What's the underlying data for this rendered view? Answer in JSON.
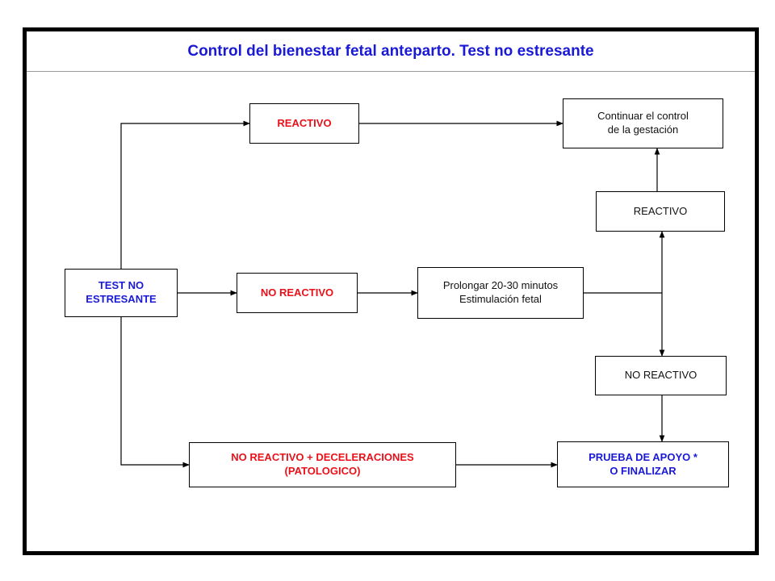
{
  "title": "Control del bienestar fetal anteparto. Test no estresante",
  "colors": {
    "title": "#1a1ad6",
    "red_label": "#e8111a",
    "blue_label": "#1a1ad6",
    "plain_label": "#111111",
    "border": "#000000"
  },
  "nodes": {
    "test_no_estresante": "TEST NO\nESTRESANTE",
    "reactivo_top": "REACTIVO",
    "no_reactivo_mid": "NO REACTIVO",
    "no_reactivo_decel": "NO REACTIVO + DECELERACIONES\n(PATOLOGICO)",
    "prolongar": "Prolongar 20-30 minutos\nEstimulación fetal",
    "continuar": "Continuar el control\nde la gestación",
    "reactivo_right": "REACTIVO",
    "no_reactivo_right": "NO REACTIVO",
    "prueba_apoyo": "PRUEBA DE APOYO *\nO FINALIZAR"
  }
}
